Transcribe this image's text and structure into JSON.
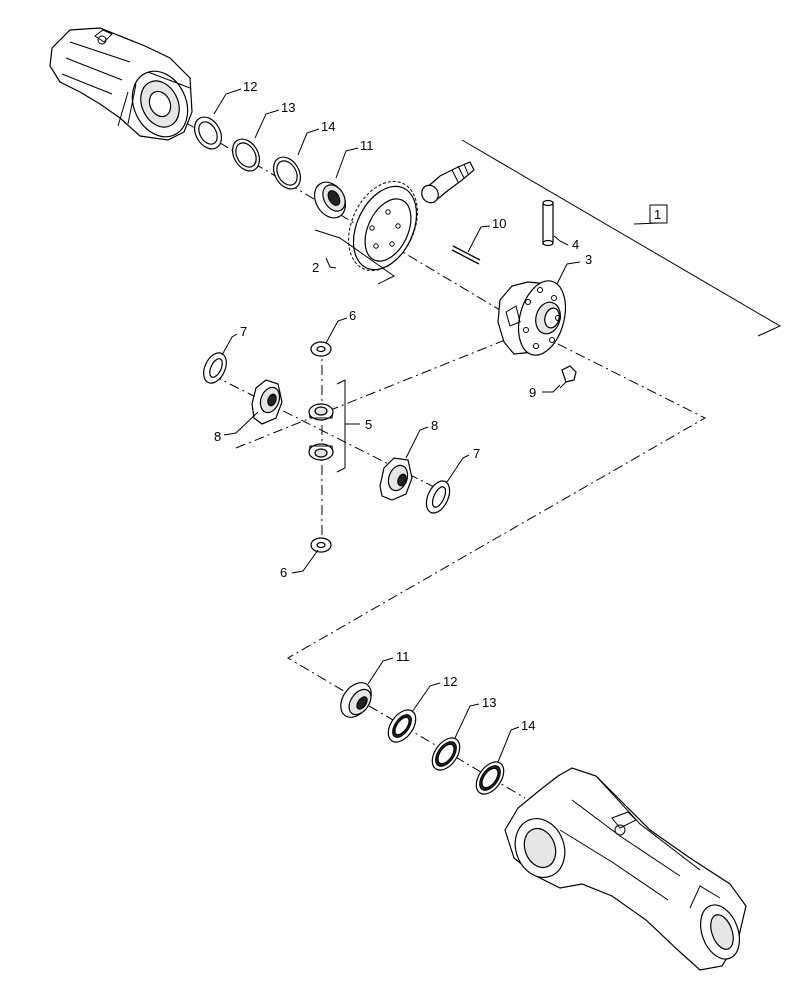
{
  "callouts": {
    "c1": "1",
    "c2": "2",
    "c3": "3",
    "c4": "4",
    "c5": "5",
    "c6_top": "6",
    "c6_bottom": "6",
    "c7_left": "7",
    "c7_right": "7",
    "c8_left": "8",
    "c8_right": "8",
    "c9": "9",
    "c10": "10",
    "c11_top": "11",
    "c11_bottom": "11",
    "c12_top": "12",
    "c12_bottom": "12",
    "c13_top": "13",
    "c13_bottom": "13",
    "c14_top": "14",
    "c14_bottom": "14"
  }
}
